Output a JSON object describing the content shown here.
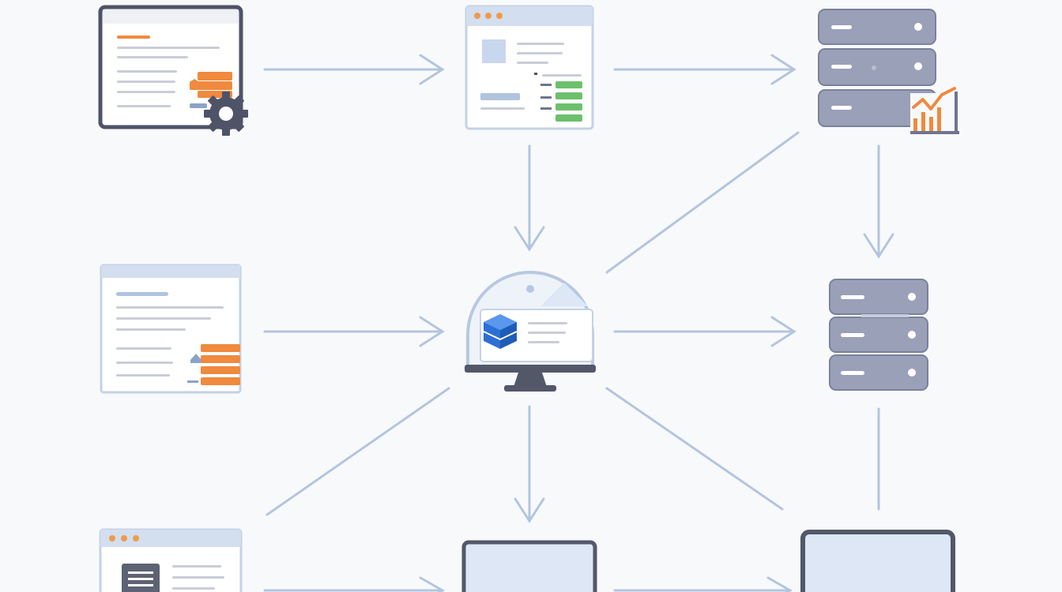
{
  "diagram": {
    "title": "",
    "colors": {
      "background": "#f8f9fb",
      "arrow": "#b3c5de",
      "window_frame_dark": "#4f5367",
      "window_frame_light": "#c5d2e5",
      "window_titlebar": "#d3deef",
      "content_line": "#c9cdd6",
      "orange_accent": "#ef8a3e",
      "green_accent": "#6cc06c",
      "blue_accent": "#2d6fd6",
      "server_body": "#9aa0b8",
      "server_dark": "#6e7591",
      "monitor_screen": "#dde7f5",
      "monitor_frame": "#535869"
    },
    "nodes": [
      {
        "id": "config-editor-window",
        "icon": "window-with-gear-icon"
      },
      {
        "id": "web-app-window",
        "icon": "browser-window-icon"
      },
      {
        "id": "server-with-chart",
        "icon": "server-stack-chart-icon"
      },
      {
        "id": "document-window",
        "icon": "document-window-icon"
      },
      {
        "id": "central-monitor-hub",
        "icon": "monitor-dome-cube-icon"
      },
      {
        "id": "server-stack",
        "icon": "server-stack-icon"
      },
      {
        "id": "browser-window-bottom",
        "icon": "browser-window-icon"
      },
      {
        "id": "monitor-bottom-center",
        "icon": "monitor-icon"
      },
      {
        "id": "monitor-bottom-right",
        "icon": "monitor-icon"
      }
    ],
    "edges": [
      {
        "from": "config-editor-window",
        "to": "web-app-window",
        "arrow": true
      },
      {
        "from": "web-app-window",
        "to": "server-with-chart",
        "arrow": true
      },
      {
        "from": "web-app-window",
        "to": "central-monitor-hub",
        "arrow": true
      },
      {
        "from": "server-with-chart",
        "to": "server-stack",
        "arrow": true
      },
      {
        "from": "server-with-chart",
        "to": "central-monitor-hub",
        "arrow": false
      },
      {
        "from": "document-window",
        "to": "central-monitor-hub",
        "arrow": true
      },
      {
        "from": "central-monitor-hub",
        "to": "server-stack",
        "arrow": true
      },
      {
        "from": "central-monitor-hub",
        "to": "monitor-bottom-center",
        "arrow": true
      },
      {
        "from": "central-monitor-hub",
        "to": "browser-window-bottom",
        "arrow": false
      },
      {
        "from": "central-monitor-hub",
        "to": "monitor-bottom-right",
        "arrow": false
      },
      {
        "from": "server-stack",
        "to": "monitor-bottom-right",
        "arrow": false
      },
      {
        "from": "browser-window-bottom",
        "to": "monitor-bottom-center",
        "arrow": true
      },
      {
        "from": "monitor-bottom-center",
        "to": "monitor-bottom-right",
        "arrow": true
      }
    ]
  }
}
